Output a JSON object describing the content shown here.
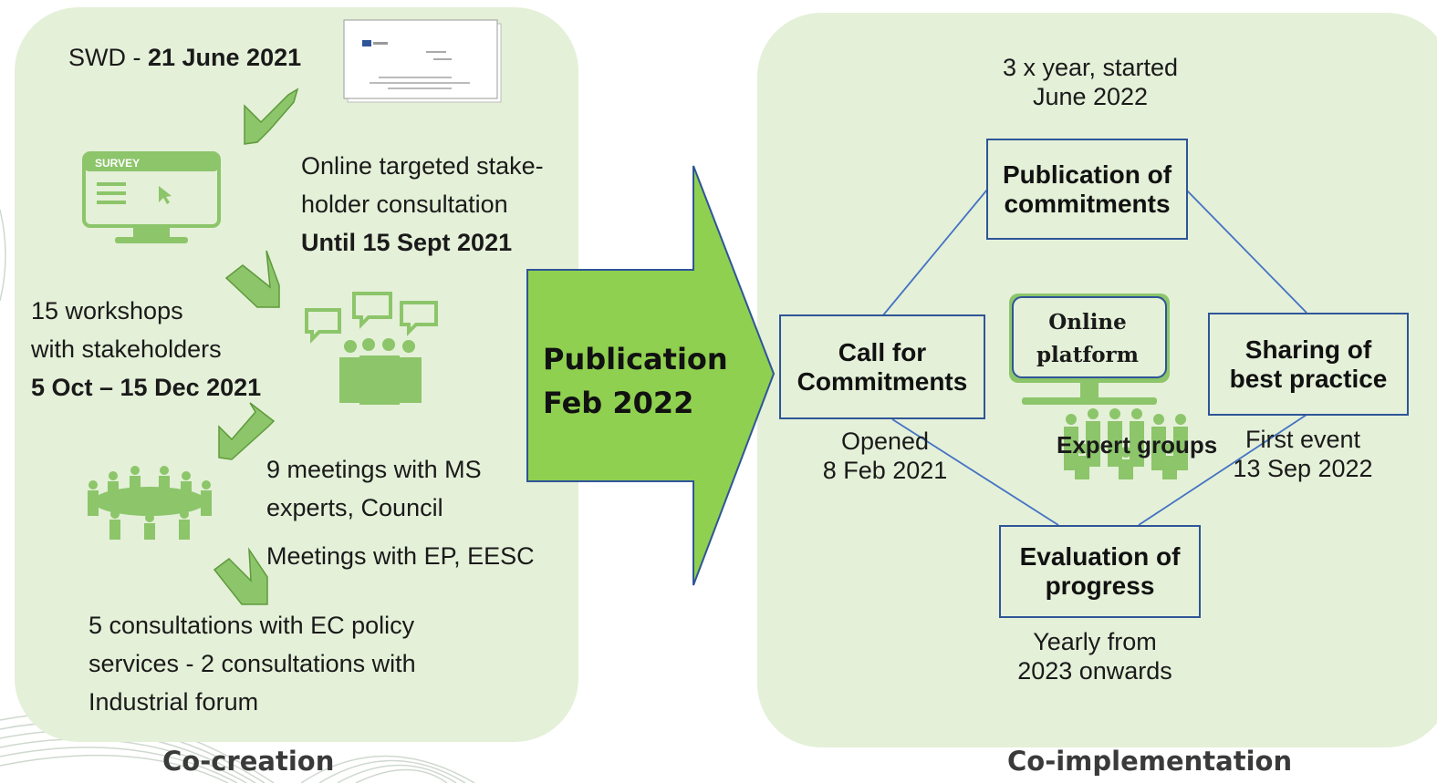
{
  "colors": {
    "panel": "#e4f0d8",
    "icon_green": "#8cc56a",
    "arrow_green": "#92d050",
    "box_border": "#2f5597",
    "cycle_line": "#4472c4"
  },
  "cocreation": {
    "swd_prefix": "SWD - ",
    "swd_date": "21 June 2021",
    "online_line1": "Online targeted stake-",
    "online_line2": "holder consultation",
    "online_date": "Until 15 Sept 2021",
    "survey_label": "SURVEY",
    "workshops_line1": "15 workshops",
    "workshops_line2": "with stakeholders",
    "workshops_date": "5 Oct – 15 Dec 2021",
    "ms_line1": "9 meetings with MS",
    "ms_line2": "experts, Council",
    "ep_line": "Meetings with EP, EESC",
    "ec_line1": "5 consultations with EC policy",
    "ec_line2": "services - 2 consultations with",
    "ec_line3": "Industrial forum",
    "caption": "Co-creation"
  },
  "publication": {
    "line1": "Publication",
    "line2": "Feb 2022"
  },
  "coimplementation": {
    "top_note_line1": "3 x year, started",
    "top_note_line2": "June 2022",
    "pub_commitments_line1": "Publication of",
    "pub_commitments_line2": "commitments",
    "call_line1": "Call for",
    "call_line2": "Commitments",
    "call_note_line1": "Opened",
    "call_note_line2": "8 Feb 2021",
    "sharing_line1": "Sharing of",
    "sharing_line2": "best practice",
    "sharing_note_line1": "First event",
    "sharing_note_line2": "13 Sep 2022",
    "online_platform_line1": "Online",
    "online_platform_line2": "platform",
    "expert_groups": "Expert groups",
    "evaluation_line1": "Evaluation of",
    "evaluation_line2": "progress",
    "evaluation_note_line1": "Yearly from",
    "evaluation_note_line2": "2023 onwards",
    "caption": "Co-implementation"
  }
}
